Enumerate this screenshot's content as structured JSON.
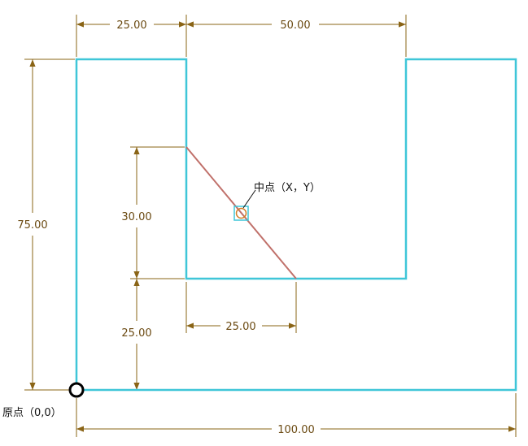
{
  "colors": {
    "profile": "#3fc6d8",
    "dimension": "#8a6416",
    "diagonal": "#c0706a",
    "origin": "#000000",
    "midpoint_circle": "#d0802a"
  },
  "dimensions": {
    "top_left_width": "25.00",
    "top_slot_width": "50.00",
    "total_height": "75.00",
    "diagonal_vertical": "30.00",
    "slot_depth_bottom": "25.00",
    "diagonal_horizontal": "25.00",
    "total_width": "100.00"
  },
  "labels": {
    "midpoint": "中点（X，Y）",
    "origin": "原点（0,0）"
  }
}
